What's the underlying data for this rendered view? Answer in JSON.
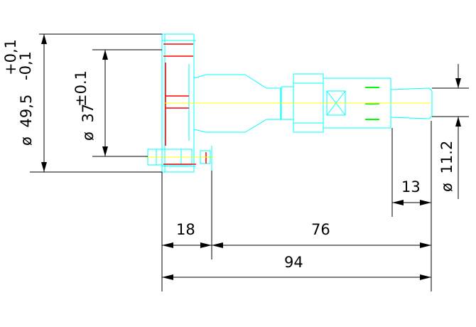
{
  "drawing": {
    "colors": {
      "outline": "#00ffff",
      "centerline": "#ffff00",
      "hidden": "#ff0000",
      "thread": "#00ff00",
      "dimension": "#000000"
    },
    "dimensions": {
      "outer_diameter": {
        "symbol": "ø",
        "value": "49,5",
        "tol_upper": "+0,1",
        "tol_lower": "-0,1"
      },
      "inner_diameter": {
        "symbol": "ø",
        "value": "37",
        "tol": "±0.1"
      },
      "tip_diameter": {
        "symbol": "ø",
        "value": "11.2"
      },
      "length_flange": "18",
      "length_body": "76",
      "length_total": "94",
      "length_tip": "13"
    }
  }
}
